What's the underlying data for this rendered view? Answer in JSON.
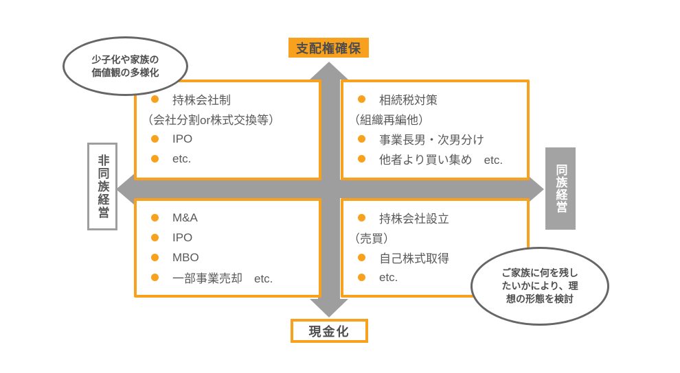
{
  "colors": {
    "accent_orange": "#F8A11E",
    "arrow_gray": "#9E9E9E",
    "side_box_gray_fill": "#A3A3A3",
    "text_dark_gray": "#595959",
    "callout_border_gray": "#666666"
  },
  "axes": {
    "top": "支配権確保",
    "bottom": "現金化",
    "left": "非同族経営",
    "right": "同族経営"
  },
  "callouts": {
    "top_left": {
      "line1": "少子化や家族の",
      "line2": "価値観の多様化"
    },
    "bottom_right": {
      "line1": "ご家族に何を残し",
      "line2": "たいかにより、理",
      "line3": "想の形態を検討"
    }
  },
  "quadrants": {
    "top_left": {
      "items": [
        {
          "bullet": true,
          "text": "持株会社制"
        },
        {
          "bullet": false,
          "text": "（会社分割or株式交換等）"
        },
        {
          "bullet": true,
          "text": "IPO"
        },
        {
          "bullet": true,
          "text": "etc."
        }
      ]
    },
    "top_right": {
      "items": [
        {
          "bullet": true,
          "text": "相続税対策"
        },
        {
          "bullet": false,
          "text": "（組織再編他）"
        },
        {
          "bullet": true,
          "text": "事業長男・次男分け"
        },
        {
          "bullet": true,
          "text": "他者より買い集め　etc."
        }
      ]
    },
    "bottom_left": {
      "items": [
        {
          "bullet": true,
          "text": "M&A"
        },
        {
          "bullet": true,
          "text": "IPO"
        },
        {
          "bullet": true,
          "text": "MBO"
        },
        {
          "bullet": true,
          "text": "一部事業売却　etc."
        }
      ]
    },
    "bottom_right": {
      "items": [
        {
          "bullet": true,
          "text": "持株会社設立"
        },
        {
          "bullet": false,
          "text": "（売買）"
        },
        {
          "bullet": true,
          "text": "自己株式取得"
        },
        {
          "bullet": true,
          "text": "etc."
        }
      ]
    }
  }
}
